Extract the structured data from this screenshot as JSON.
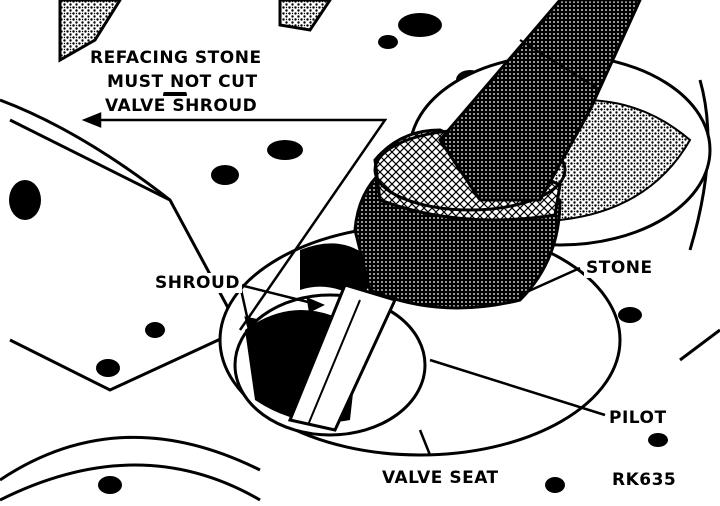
{
  "diagram": {
    "labels": {
      "refacing_note_line1": "REFACING STONE",
      "refacing_note_line2": "MUST NOT CUT",
      "refacing_note_line3": "VALVE SHROUD",
      "shroud": "SHROUD",
      "stone": "STONE",
      "pilot": "PILOT",
      "valve_seat": "VALVE SEAT",
      "figure_code": "RK635"
    }
  }
}
